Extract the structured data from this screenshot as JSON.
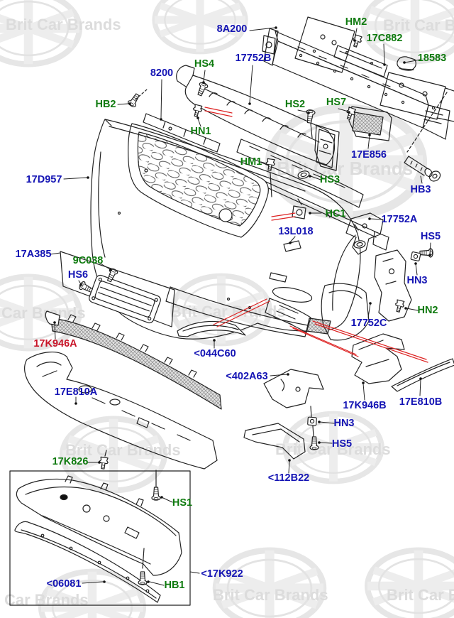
{
  "watermark": {
    "text": "Brit Car Brands"
  },
  "palette": {
    "label_blue": "#1414b4",
    "label_green": "#0e7a0e",
    "label_red": "#c81428",
    "leader_red": "#dd2222",
    "line": "#222222",
    "watermark": "#dcdcdc",
    "background": "#ffffff"
  },
  "labels": {
    "8A200": "8A200",
    "HM2": "HM2",
    "17C882": "17C882",
    "18583": "18583",
    "HS4": "HS4",
    "17752B": "17752B",
    "8200": "8200",
    "HB2": "HB2",
    "HS2": "HS2",
    "HS7": "HS7",
    "HN1": "HN1",
    "HM1": "HM1",
    "17E856": "17E856",
    "HS3": "HS3",
    "HB3": "HB3",
    "17D957": "17D957",
    "HC1": "HC1",
    "17752A": "17752A",
    "13L018": "13L018",
    "HS5_right": "HS5",
    "HN3_right": "HN3",
    "HN2": "HN2",
    "17A385": "17A385",
    "9C038": "9C038",
    "HS6": "HS6",
    "17752C": "17752C",
    "17K946A": "17K946A",
    "044C60": "<044C60",
    "402A63": "<402A63",
    "17E810A": "17E810A",
    "17K946B": "17K946B",
    "17E810B": "17E810B",
    "HN3_bottom": "HN3",
    "HS5_bottom": "HS5",
    "17K826": "17K826",
    "112B22": "<112B22",
    "HS1": "HS1",
    "17K922": "<17K922",
    "06081": "<06081",
    "HB1": "HB1"
  },
  "label_colors": {
    "8A200": "blue",
    "HM2": "green",
    "17C882": "green",
    "18583": "green",
    "HS4": "green",
    "17752B": "blue",
    "8200": "blue",
    "HB2": "green",
    "HS2": "green",
    "HS7": "green",
    "HN1": "green",
    "HM1": "green",
    "17E856": "blue",
    "HS3": "green",
    "HB3": "blue",
    "17D957": "blue",
    "HC1": "green",
    "17752A": "blue",
    "13L018": "blue",
    "HS5_right": "blue",
    "HN3_right": "blue",
    "HN2": "green",
    "17A385": "blue",
    "9C038": "green",
    "HS6": "blue",
    "17752C": "blue",
    "17K946A": "red",
    "044C60": "blue",
    "402A63": "blue",
    "17E810A": "blue",
    "17K946B": "blue",
    "17E810B": "blue",
    "HN3_bottom": "blue",
    "HS5_bottom": "blue",
    "17K826": "green",
    "112B22": "blue",
    "HS1": "green",
    "17K922": "blue",
    "06081": "blue",
    "HB1": "green"
  }
}
